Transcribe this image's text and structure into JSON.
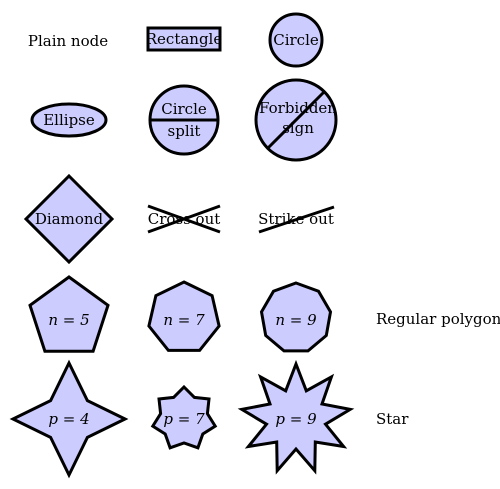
{
  "colors": {
    "fill": "#ccccff",
    "stroke": "#000000"
  },
  "shapes": {
    "plain": "Plain node",
    "rectangle": "Rectangle",
    "circle": "Circle",
    "ellipse": "Ellipse",
    "circle_split_top": "Circle",
    "circle_split_bottom": "split",
    "forbidden_line1": "Forbidden",
    "forbidden_line2": "sign",
    "diamond": "Diamond",
    "cross_out": "Cross out",
    "strike_out": "Strike out",
    "polygon5": "n = 5",
    "polygon7": "n = 7",
    "polygon9": "n = 9",
    "star4": "p = 4",
    "star7": "p = 7",
    "star9": "p = 9"
  },
  "rows": {
    "regular_polygon": "Regular polygon",
    "star": "Star"
  },
  "polygon_sides": [
    5,
    7,
    9
  ],
  "star_points": [
    4,
    7,
    9
  ]
}
